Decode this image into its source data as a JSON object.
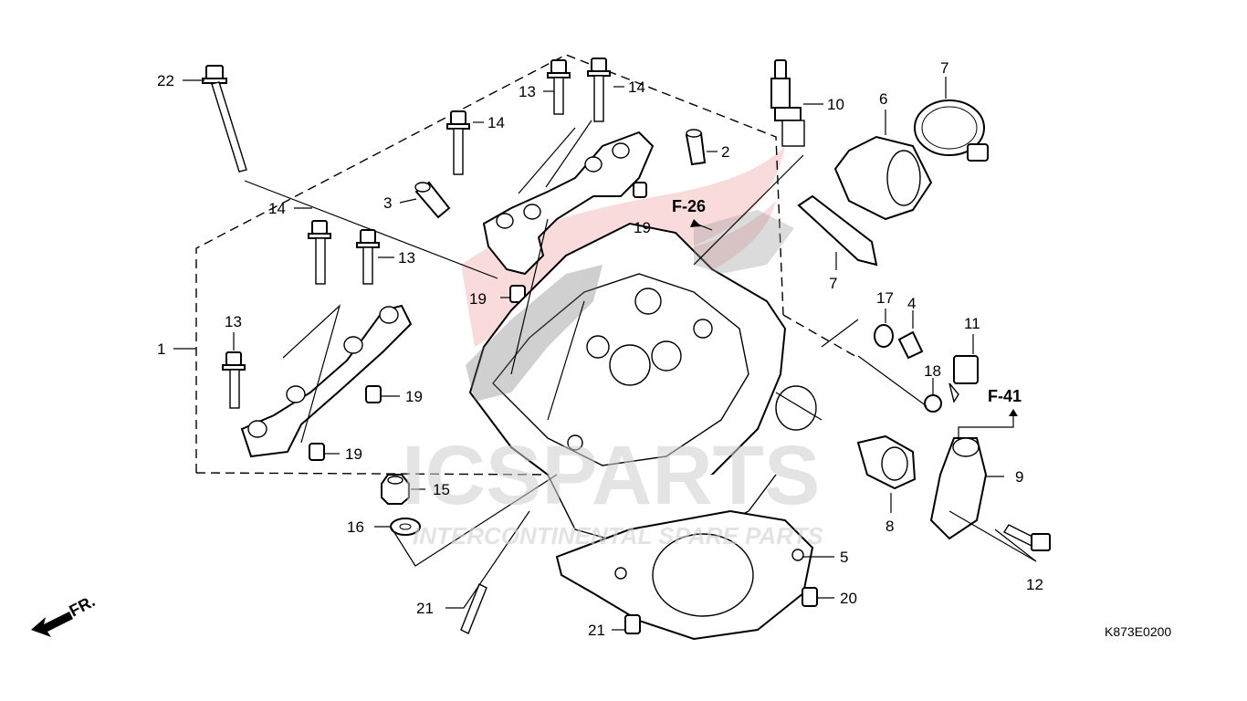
{
  "diagram": {
    "callouts": [
      {
        "id": "1",
        "text": "1"
      },
      {
        "id": "2",
        "text": "2"
      },
      {
        "id": "3",
        "text": "3"
      },
      {
        "id": "4",
        "text": "4"
      },
      {
        "id": "5",
        "text": "5"
      },
      {
        "id": "6",
        "text": "6"
      },
      {
        "id": "7a",
        "text": "7"
      },
      {
        "id": "7b",
        "text": "7"
      },
      {
        "id": "8",
        "text": "8"
      },
      {
        "id": "9",
        "text": "9"
      },
      {
        "id": "10",
        "text": "10"
      },
      {
        "id": "11",
        "text": "11"
      },
      {
        "id": "12",
        "text": "12"
      },
      {
        "id": "13a",
        "text": "13"
      },
      {
        "id": "13b",
        "text": "13"
      },
      {
        "id": "13c",
        "text": "13"
      },
      {
        "id": "14a",
        "text": "14"
      },
      {
        "id": "14b",
        "text": "14"
      },
      {
        "id": "14c",
        "text": "14"
      },
      {
        "id": "15",
        "text": "15"
      },
      {
        "id": "16",
        "text": "16"
      },
      {
        "id": "17",
        "text": "17"
      },
      {
        "id": "18",
        "text": "18"
      },
      {
        "id": "19a",
        "text": "19"
      },
      {
        "id": "19b",
        "text": "19"
      },
      {
        "id": "19c",
        "text": "19"
      },
      {
        "id": "19d",
        "text": "19"
      },
      {
        "id": "20",
        "text": "20"
      },
      {
        "id": "21a",
        "text": "21"
      },
      {
        "id": "21b",
        "text": "21"
      },
      {
        "id": "22",
        "text": "22"
      }
    ],
    "references": {
      "f26": "F-26",
      "f41": "F-41"
    },
    "direction_label": "FR.",
    "diagram_code": "K873E0200",
    "watermark": {
      "main": "ICSPARTS",
      "sub": "INTERCONTINENTAL SPARE PARTS"
    }
  },
  "colors": {
    "line": "#000000",
    "watermark_red": "#e04040",
    "watermark_gray": "#cfcfcf"
  }
}
